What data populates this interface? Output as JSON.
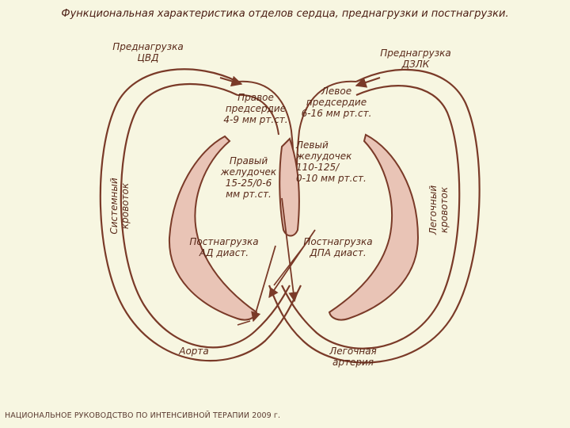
{
  "title": "Функциональная характеристика отделов сердца, преднагрузки и постнагрузки.",
  "preload_cvd": "Преднагрузка\nЦВД",
  "preload_dzlk": "Преднагрузка\nДЗЛК",
  "right_atrium": "Правое\nпредсердие\n4-9 мм рт.ст.",
  "left_atrium": "Левое\nпредсердие\n6-16 мм рт.ст.",
  "right_ventricle": "Правый\nжелудочек\n15-25/0-6\nмм рт.ст.",
  "left_ventricle": "Левый\nжелудочек\n110-125/\n0-10 мм рт.ст.",
  "systemic_flow": "Системный\nкровоток",
  "pulmonary_flow": "Легочный\nкровоток",
  "afterload_ad": "Постнагрузка\nАД диаст.",
  "afterload_dpa": "Постнагрузка\nДПА диаст.",
  "aorta": "Аорта",
  "pulmonary_artery": "Легочная\nартерия",
  "footer": "НАЦИОНАЛЬНОЕ РУКОВОДСТВО ПО ИНТЕНСИВНОЙ ТЕРАПИИ 2009 г.",
  "colors": {
    "background": "#f7f6e1",
    "stroke": "#7a3a28",
    "ventricle_fill": "#e9c4b6",
    "text": "#5a2a1a"
  }
}
